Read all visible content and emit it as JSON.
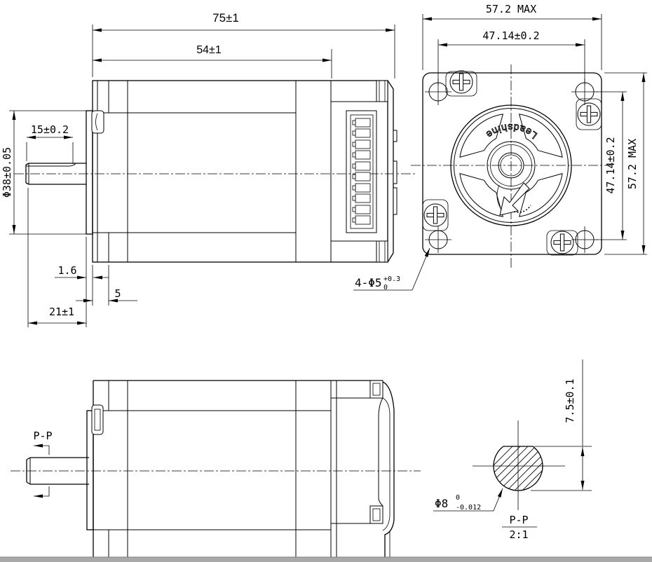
{
  "drawing": {
    "colors": {
      "line": "#000000",
      "background": "#ffffff",
      "bottom_bar": "#a9a9a9"
    },
    "logo": "Leadshine",
    "side_view": {
      "dim_length_total": "75±1",
      "dim_length_body": "54±1",
      "dim_shaft_flat_length": "15±0.2",
      "dim_pilot_diameter": "Φ38±0.05",
      "dim_pilot_thickness": "1.6",
      "dim_flange_depth": "5",
      "dim_shaft_length": "21±1"
    },
    "front_view": {
      "dim_width_max": "57.2 MAX",
      "dim_hole_spacing_horizontal": "47.14±0.2",
      "dim_hole_spacing_vertical": "47.14±0.2",
      "dim_height_max": "57.2 MAX",
      "holes_callout": {
        "prefix": "4-Φ5",
        "sup": "+0.3",
        "sub": "0"
      }
    },
    "top_view": {
      "section_label": "P-P"
    },
    "section_view": {
      "dim_flat_height": "7.5±0.1",
      "shaft_callout": {
        "prefix": "Φ8",
        "sup": "0",
        "sub": "-0.012"
      },
      "title": "P-P",
      "scale": "2:1"
    }
  }
}
